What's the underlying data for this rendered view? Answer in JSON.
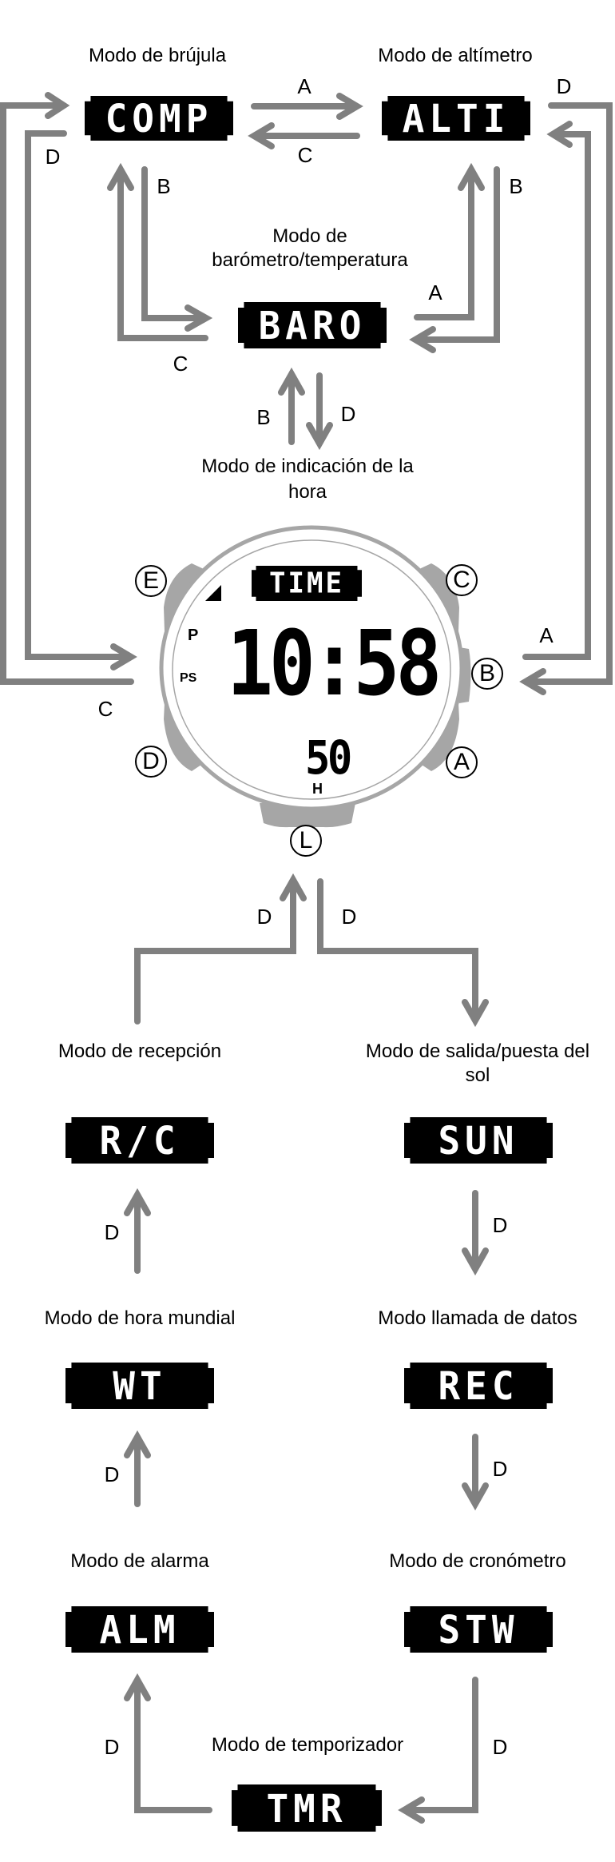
{
  "colors": {
    "arrow": "#808080",
    "watch_case": "#a6a6a6",
    "box_bg": "#000000",
    "box_text": "#ffffff"
  },
  "modes": {
    "comp": {
      "label": "Modo de brújula",
      "display": "COMP"
    },
    "alti": {
      "label": "Modo de altímetro",
      "display": "ALTI"
    },
    "baro": {
      "label_line1": "Modo de",
      "label_line2": "barómetro/temperatura",
      "display": "BARO"
    },
    "time": {
      "label_line1": "Modo de indicación de la",
      "label_line2": "hora",
      "display": "TIME"
    },
    "rc": {
      "label": "Modo de recepción",
      "display": "R/C"
    },
    "sun": {
      "label_line1": "Modo de salida/puesta del",
      "label_line2": "sol",
      "display": "SUN"
    },
    "wt": {
      "label": "Modo de hora mundial",
      "display": "WT"
    },
    "rec": {
      "label": "Modo llamada de datos",
      "display": "REC"
    },
    "alm": {
      "label": "Modo de alarma",
      "display": "ALM"
    },
    "stw": {
      "label": "Modo de cronómetro",
      "display": "STW"
    },
    "tmr": {
      "label": "Modo de temporizador",
      "display": "TMR"
    }
  },
  "watch": {
    "time_main": "10:58",
    "seconds": "50",
    "indicator_p": "P",
    "indicator_ps": "PS",
    "indicator_h": "H",
    "buttons": {
      "a": "A",
      "b": "B",
      "c": "C",
      "d": "D",
      "e": "E",
      "l": "L"
    }
  },
  "transitions": {
    "comp_to_alti": "A",
    "alti_to_comp": "C",
    "comp_to_time": "D",
    "alti_to_time": "D",
    "comp_to_baro": "B",
    "baro_to_comp": "C",
    "alti_to_baro": "B",
    "baro_to_alti": "A",
    "time_to_baro": "B",
    "baro_to_time": "D",
    "time_to_comp": "C",
    "time_to_alti": "A",
    "time_to_sun": "D",
    "rc_to_time": "D",
    "sun_to_rec": "D",
    "rec_to_stw": "D",
    "stw_to_tmr": "D",
    "tmr_to_alm": "D",
    "alm_to_wt": "D",
    "wt_to_rc": "D"
  }
}
